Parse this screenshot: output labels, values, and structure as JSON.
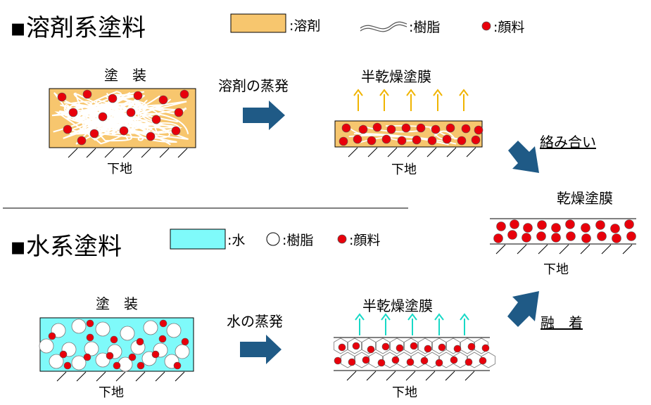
{
  "solvent_section": {
    "title": "▪溶剤系塗料",
    "legend": {
      "solvent": ":溶剤",
      "resin": ":樹脂",
      "pigment": ":顔料"
    },
    "coating_label": "塗　装",
    "substrate_label": "下地",
    "evaporation_label": "溶剤の蒸発",
    "semi_dry_label": "半乾燥塗膜",
    "mechanism_label": "絡み合い"
  },
  "water_section": {
    "title": "▪水系塗料",
    "legend": {
      "water": ":水",
      "resin": ":樹脂",
      "pigment": ":顔料"
    },
    "coating_label": "塗　装",
    "substrate_label": "下地",
    "evaporation_label": "水の蒸発",
    "semi_dry_label": "半乾燥塗膜",
    "mechanism_label": "融　着"
  },
  "result": {
    "dry_film_label": "乾燥塗膜",
    "substrate_label": "下地"
  },
  "colors": {
    "solvent": "#F7C66E",
    "water": "#7FFAFA",
    "pigment": "#E8000B",
    "arrow_blue": "#1F5A86",
    "vapor_solvent": "#F0B400",
    "vapor_water": "#17D9C6"
  }
}
